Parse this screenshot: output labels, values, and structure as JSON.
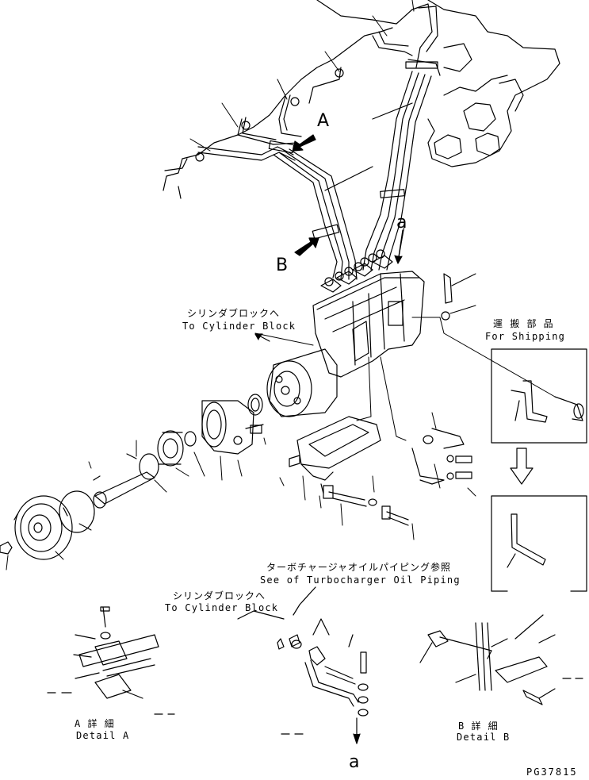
{
  "callouts": {
    "a_top": "a",
    "A": "A",
    "B": "B",
    "a_bottom": "a"
  },
  "notes": {
    "cyl_block_1_jp": "シリンダブロックへ",
    "cyl_block_1_en": "To Cylinder Block",
    "shipping_jp": "運 搬 部 品",
    "shipping_en": "For Shipping",
    "turbo_jp": "ターボチャージャオイルパイピング参照",
    "turbo_en": "See of Turbocharger Oil Piping",
    "cyl_block_2_jp": "シリンダブロックへ",
    "cyl_block_2_en": "To Cylinder Block"
  },
  "details": {
    "a_jp": "A 詳 細",
    "a_en": "Detail A",
    "b_jp": "B 詳 細",
    "b_en": "Detail B"
  },
  "drawing_number": "PG37815"
}
